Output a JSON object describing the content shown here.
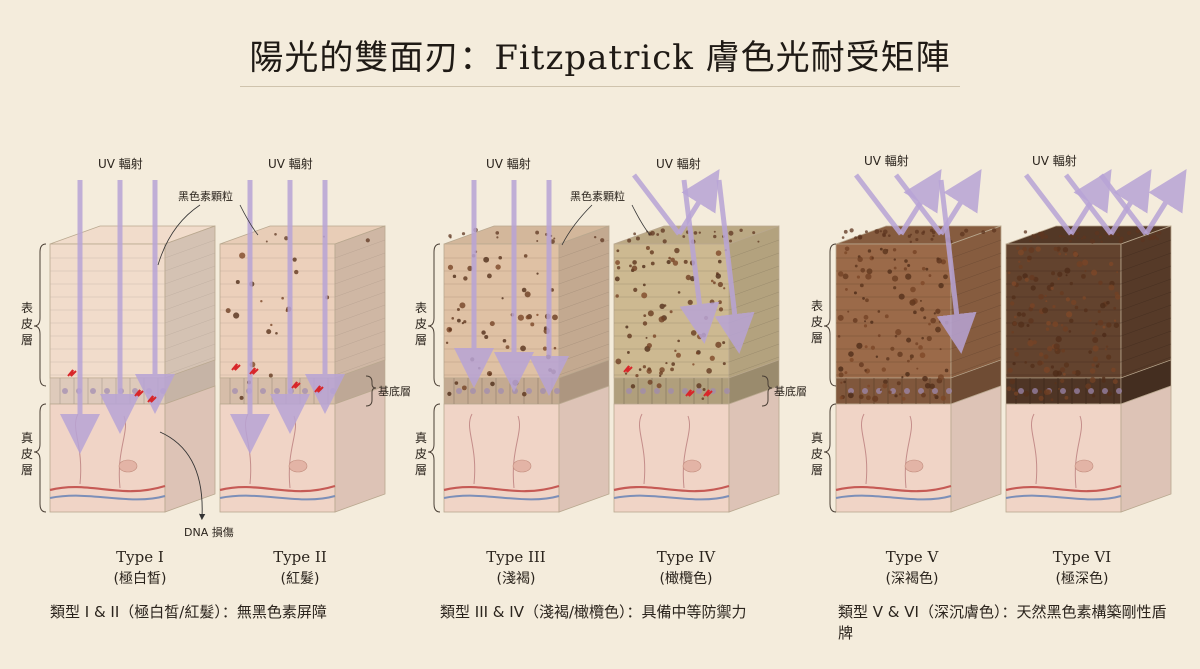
{
  "title": "陽光的雙面刃：Fitzpatrick 膚色光耐受矩陣",
  "labels": {
    "uv": "UV 輻射",
    "melanin": "黑色素顆粒",
    "epidermis": "表皮層",
    "dermis": "真皮層",
    "basal": "基底層",
    "dna": "DNA 損傷"
  },
  "types": [
    {
      "name": "Type I",
      "desc": "(極白皙)",
      "skin": "#f1dccb",
      "pigment": 0.0,
      "reflect": 0
    },
    {
      "name": "Type II",
      "desc": "(紅髮)",
      "skin": "#efd3bd",
      "pigment": 0.12,
      "reflect": 0
    },
    {
      "name": "Type III",
      "desc": "(淺褐)",
      "skin": "#e7c8aa",
      "pigment": 0.35,
      "reflect": 0
    },
    {
      "name": "Type IV",
      "desc": "(橄欖色)",
      "skin": "#d9c499",
      "pigment": 0.55,
      "reflect": 1
    },
    {
      "name": "Type V",
      "desc": "(深褐色)",
      "skin": "#a8734f",
      "pigment": 0.8,
      "reflect": 2
    },
    {
      "name": "Type VI",
      "desc": "(極深色)",
      "skin": "#6e4a33",
      "pigment": 1.0,
      "reflect": 3
    }
  ],
  "captions": [
    "類型 I & II（極白皙/紅髮）：無黑色素屏障",
    "類型 III & IV（淺褐/橄欖色）：具備中等防禦力",
    "類型 V & VI（深沉膚色）：天然黑色素構築剛性盾牌"
  ],
  "colors": {
    "uv_arrow": "#b8a4d6",
    "dermis": "#f0d4c6",
    "vessel_red": "#c65a55",
    "vessel_blue": "#7c8fb8",
    "dna_mark": "#d8262a"
  }
}
